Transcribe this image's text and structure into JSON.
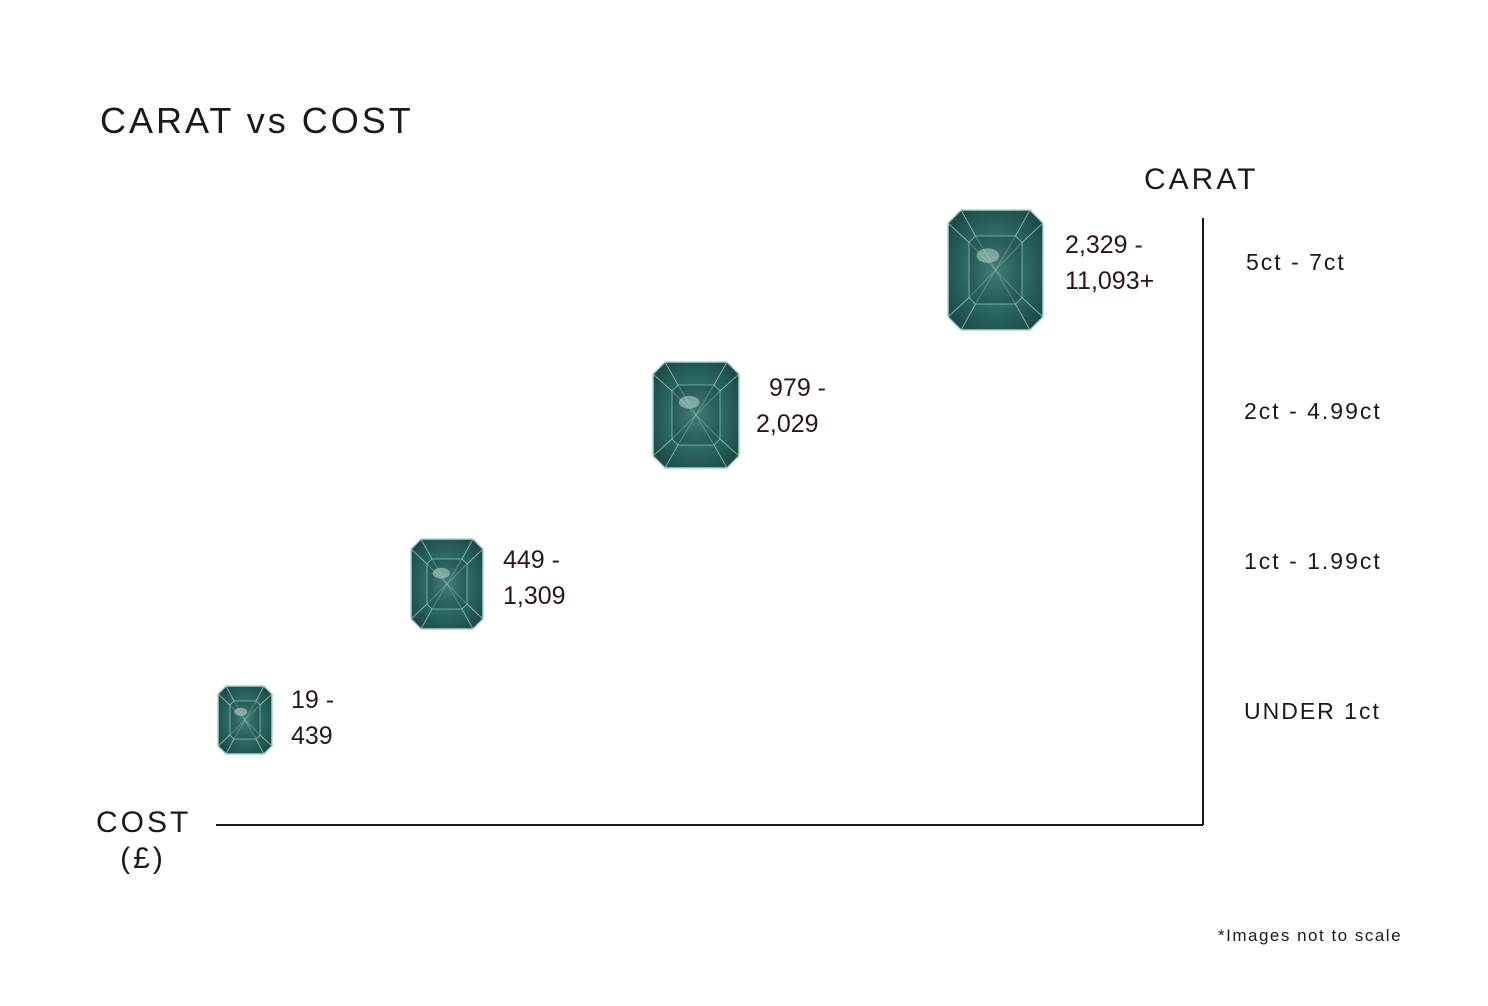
{
  "chart_data": {
    "type": "scatter",
    "title": "CARAT vs COST",
    "xlabel": "COST\n(£)",
    "ylabel": "CARAT",
    "footnote": "*Images not to scale",
    "categories": [
      "UNDER 1ct",
      "1ct - 1.99ct",
      "2ct - 4.99ct",
      "5ct - 7ct"
    ],
    "points": [
      {
        "category": "UNDER 1ct",
        "cost_range": "19 -\n439",
        "cost_min": 19,
        "cost_max": 439
      },
      {
        "category": "1ct - 1.99ct",
        "cost_range": "449 -\n1,309",
        "cost_min": 449,
        "cost_max": 1309
      },
      {
        "category": "2ct - 4.99ct",
        "cost_range": "979 -\n2,029",
        "cost_min": 979,
        "cost_max": 2029
      },
      {
        "category": "5ct - 7ct",
        "cost_range": "2,329 -\n11,093+",
        "cost_min": 2329,
        "cost_max": 11093
      }
    ],
    "grid": false,
    "marker": "radiant-cut-gem",
    "colors": {
      "axis": "#1a1a1a",
      "gem_dark": "#1f4f4c",
      "gem_mid": "#3b8a80",
      "gem_light": "#a8d5c9",
      "price_text": "#2a1420"
    }
  }
}
